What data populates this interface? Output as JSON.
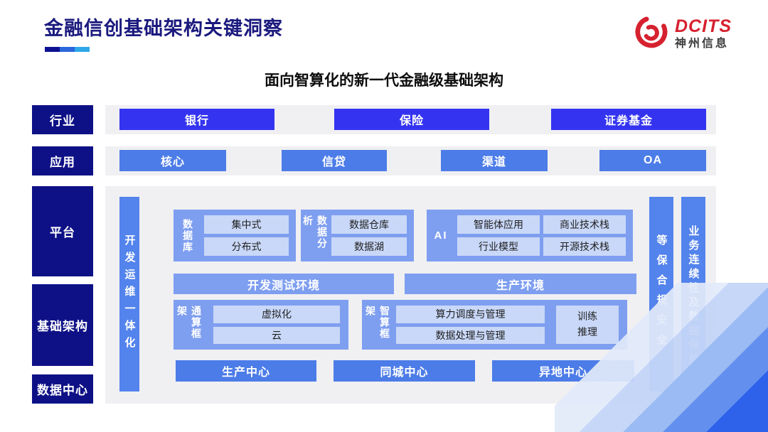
{
  "page": {
    "title": "金融信创基础架构关键洞察",
    "subtitle": "面向智算化的新一代金融级基础架构"
  },
  "logo": {
    "brand": "DCITS",
    "company": "神州信息"
  },
  "layers": {
    "industry": {
      "label": "行业",
      "items": [
        "银行",
        "保险",
        "证券基金"
      ]
    },
    "application": {
      "label": "应用",
      "items": [
        "核心",
        "信贷",
        "渠道",
        "OA"
      ]
    },
    "platform": {
      "label": "平台"
    },
    "infrastructure": {
      "label": "基础架构"
    },
    "datacenter": {
      "label": "数据中心"
    }
  },
  "architecture": {
    "devops_bar": "开发运维一体化",
    "platform_groups": [
      {
        "label": "数据库",
        "items": [
          "集中式",
          "分布式"
        ]
      },
      {
        "label": "数据分析",
        "items": [
          "数据仓库",
          "数据湖"
        ]
      },
      {
        "label": "AI",
        "items": [
          "智能体应用",
          "商业技术栈",
          "行业模型",
          "开源技术栈"
        ]
      }
    ],
    "environments": [
      "开发测试环境",
      "生产环境"
    ],
    "frameworks": [
      {
        "label": "通算框架",
        "items": [
          "虚拟化",
          "云"
        ]
      },
      {
        "label": "智算框架",
        "items": [
          "算力调度与管理",
          "数据处理与管理"
        ],
        "side": "训练\n推理"
      }
    ],
    "centers": [
      "生产中心",
      "同城中心",
      "异地中心"
    ],
    "security_bar": "等保合规安全",
    "continuity_bar": "业务连续性及数据保护"
  },
  "colors": {
    "navy": "#0E1186",
    "industry_blue": "#3434F0",
    "app_blue": "#4C7CE8",
    "bar_blue": "#5383EC",
    "group_blue": "#7E9EF0",
    "chip_blue": "#C9D8F8",
    "strip_gray": "#F0F0F3",
    "title_navy": "#1B1A7E",
    "brand_red": "#D6212F",
    "underline_segments": [
      "#0D1191",
      "#2B66DC",
      "#2FA8E8"
    ]
  }
}
